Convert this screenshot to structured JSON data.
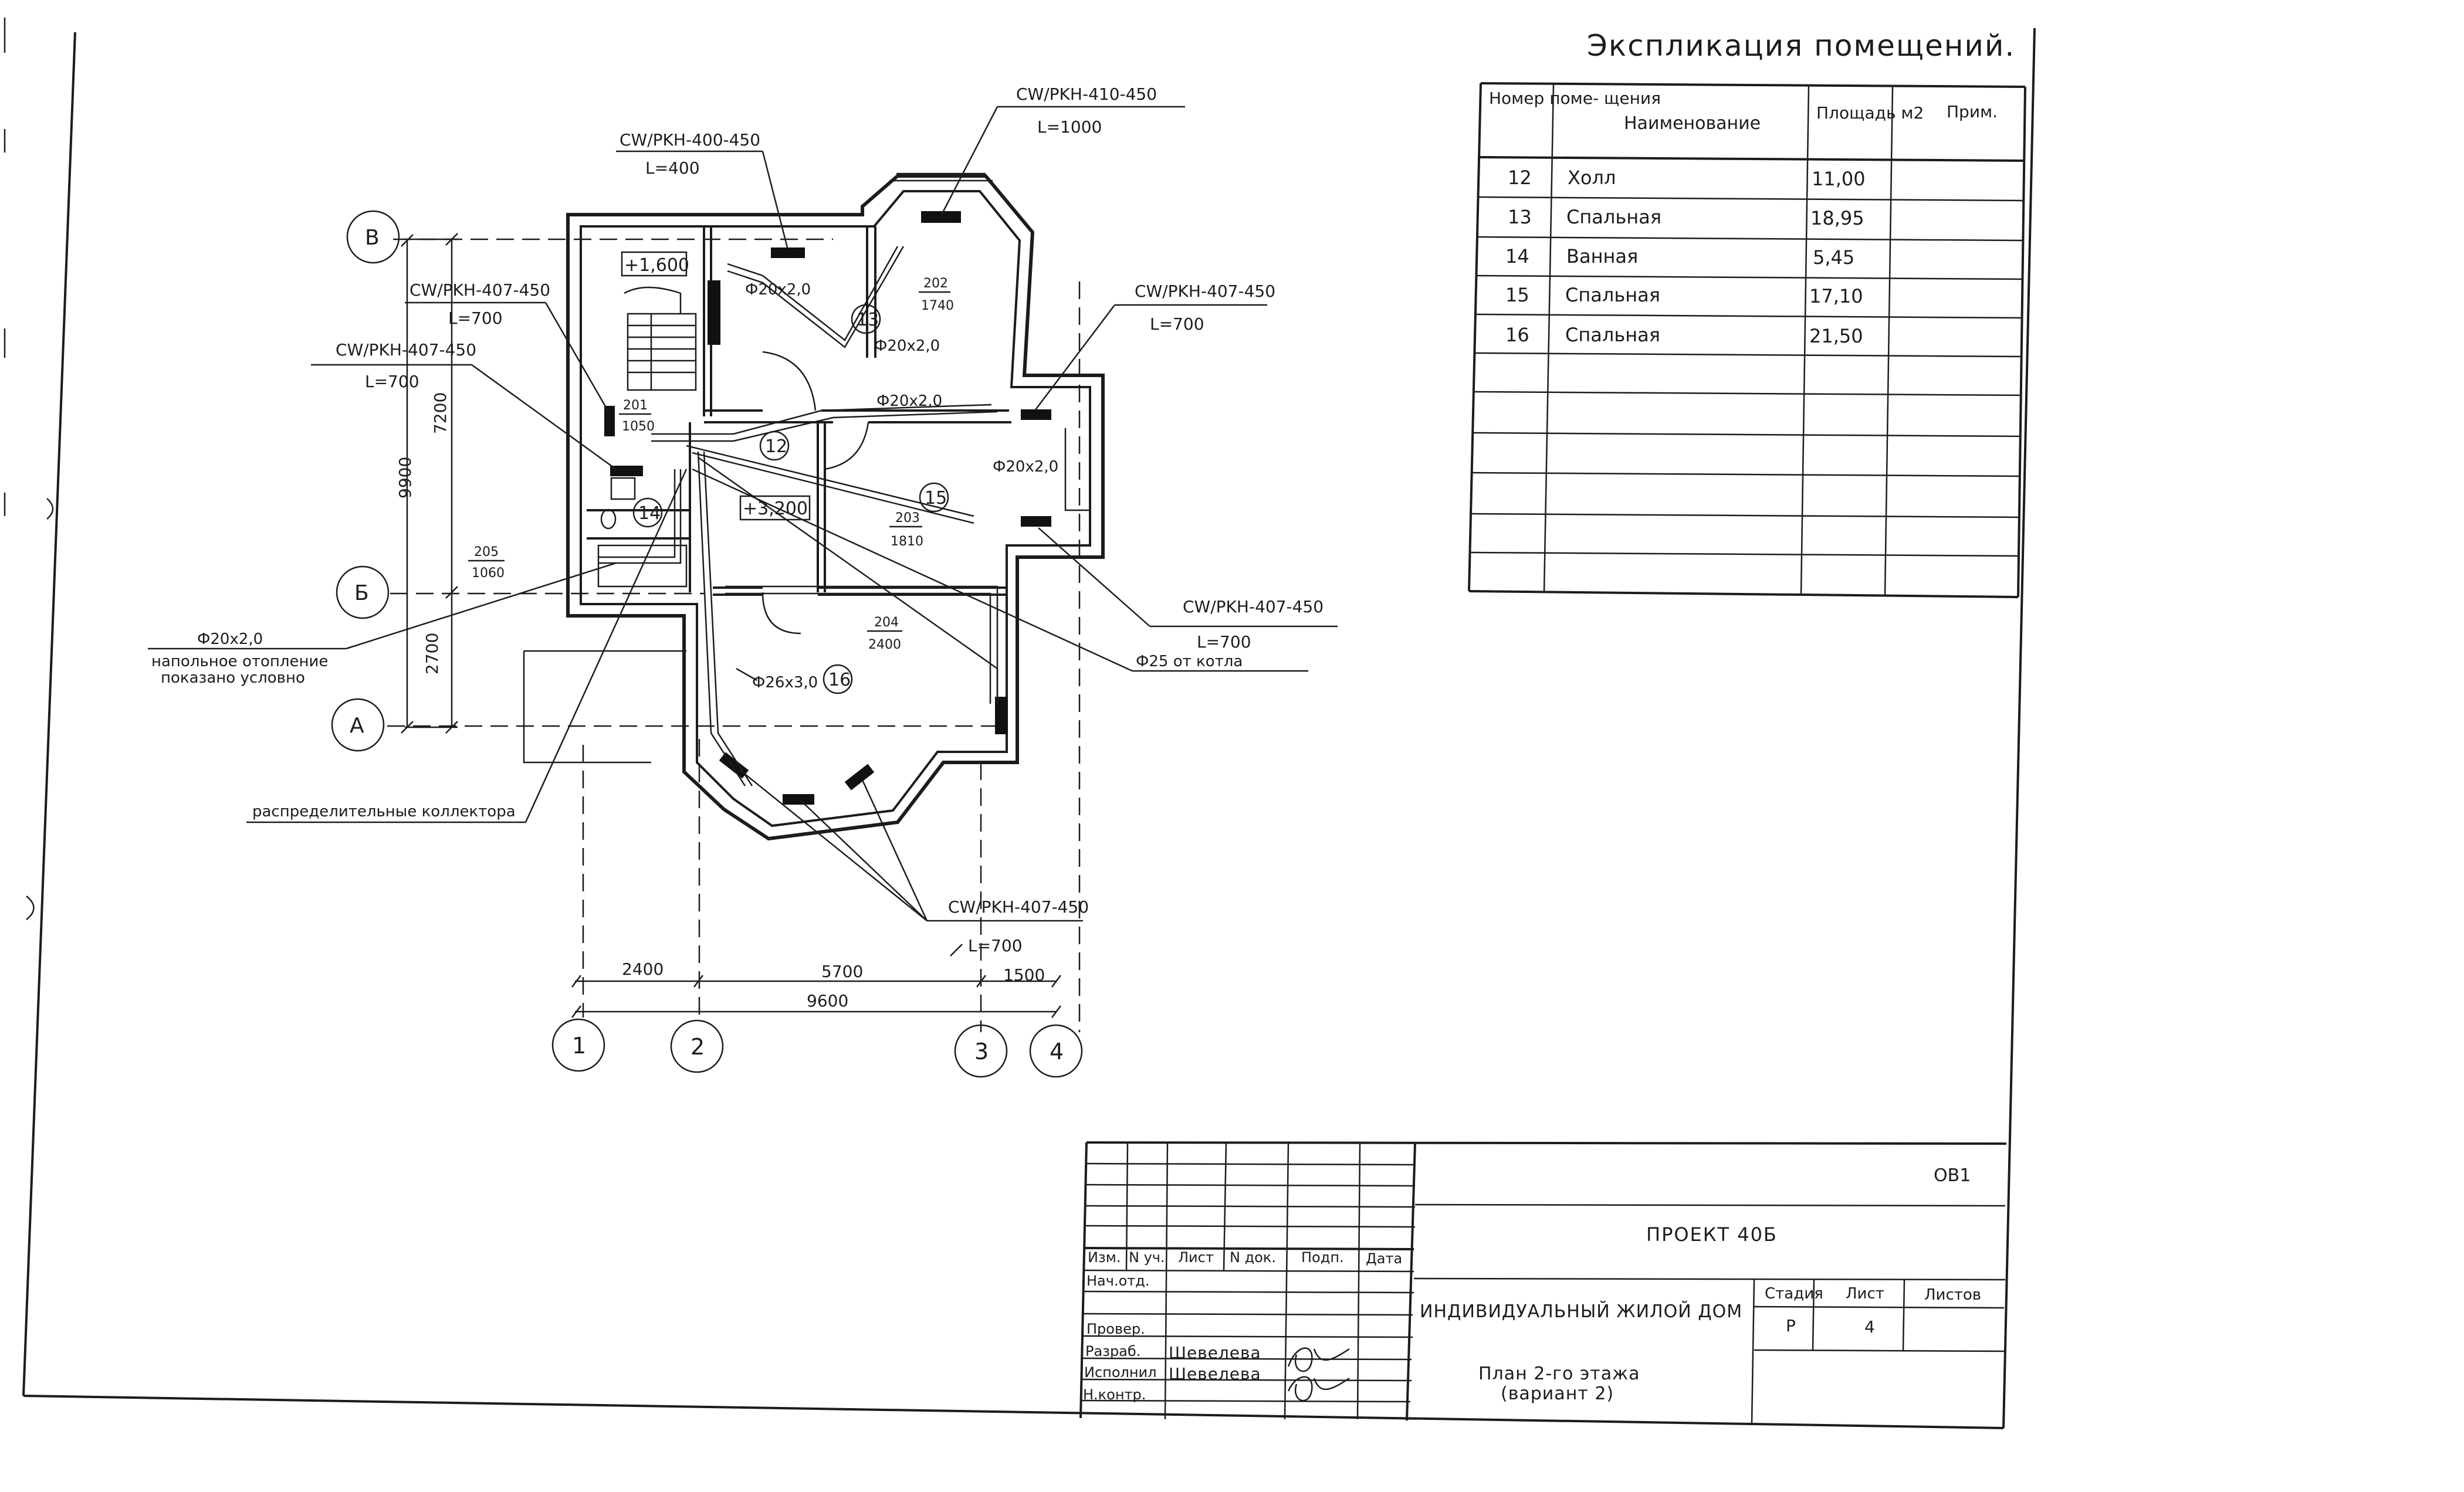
{
  "explication": {
    "title": "Экспликация помещений.",
    "headers": {
      "number": "Номер поме- щения",
      "name": "Наименование",
      "area": "Площадь м2",
      "note": "Прим."
    },
    "rows": [
      {
        "num": "12",
        "name": "Холл",
        "area": "11,00",
        "note": ""
      },
      {
        "num": "13",
        "name": "Спальная",
        "area": "18,95",
        "note": ""
      },
      {
        "num": "14",
        "name": "Ванная",
        "area": "5,45",
        "note": ""
      },
      {
        "num": "15",
        "name": "Спальная",
        "area": "17,10",
        "note": ""
      },
      {
        "num": "16",
        "name": "Спальная",
        "area": "21,50",
        "note": ""
      }
    ]
  },
  "plan": {
    "axes": {
      "rows": [
        "В",
        "Б",
        "А"
      ],
      "cols": [
        "1",
        "2",
        "3",
        "4"
      ]
    },
    "dims": {
      "top_segments": [
        "2400",
        "5700",
        "1500"
      ],
      "total": "9600",
      "left_total": "9900",
      "left_upper": "7200",
      "left_lower": "2700"
    },
    "levels": [
      "+1,600",
      "+3,200"
    ],
    "room_tags": [
      {
        "id": "201",
        "val": "1050"
      },
      {
        "id": "202",
        "val": "1740"
      },
      {
        "id": "203",
        "val": "1810"
      },
      {
        "id": "204",
        "val": "2400"
      },
      {
        "id": "205",
        "val": "1060"
      }
    ],
    "room_numbers": [
      "12",
      "13",
      "14",
      "15",
      "16"
    ],
    "pipes": [
      "Ф20х2,0",
      "Ф20х2,0",
      "Ф20х2,0",
      "Ф20х2,0",
      "Ф26х3,0"
    ],
    "callouts": {
      "rad_410": {
        "model": "CW/PKH-410-450",
        "len": "L=1000"
      },
      "rad_400": {
        "model": "CW/PKH-400-450",
        "len": "L=400"
      },
      "rad_407_a": {
        "model": "CW/PKH-407-450",
        "len": "L=700"
      },
      "rad_407_b": {
        "model": "CW/PKH-407-450",
        "len": "L=700"
      },
      "rad_407_c": {
        "model": "CW/PKH-407-450",
        "len": "L=700"
      },
      "rad_407_d": {
        "model": "CW/PKH-407-450",
        "len": "L=700"
      },
      "rad_407_e": {
        "model": "CW/PKH-407-450",
        "len": "L=700"
      }
    },
    "notes": {
      "floor_pipe": "Ф20х2,0",
      "floor_heating_1": "напольное отопление",
      "floor_heating_2": "показано условно",
      "boiler": "Ф25 от котла",
      "manifolds": "распределительные коллектора"
    }
  },
  "titleblock": {
    "code": "ОВ1",
    "project": "ПРОЕКТ 40Б",
    "object": "ИНДИВИДУАЛЬНЫЙ ЖИЛОЙ ДОМ",
    "sheet_title_1": "План 2-го этажа",
    "sheet_title_2": "(вариант 2)",
    "stage_label": "Стадия",
    "sheet_label": "Лист",
    "sheets_label": "Листов",
    "stage": "Р",
    "sheet": "4",
    "col_headers": [
      "Изм.",
      "N уч.",
      "Лист",
      "N док.",
      "Подп.",
      "Дата"
    ],
    "roles": [
      "Нач.отд.",
      "Провер.",
      "Разраб.",
      "Исполнил",
      "Н.контр."
    ],
    "dev_name": "Шевелева",
    "exec_name": "Шевелева"
  }
}
